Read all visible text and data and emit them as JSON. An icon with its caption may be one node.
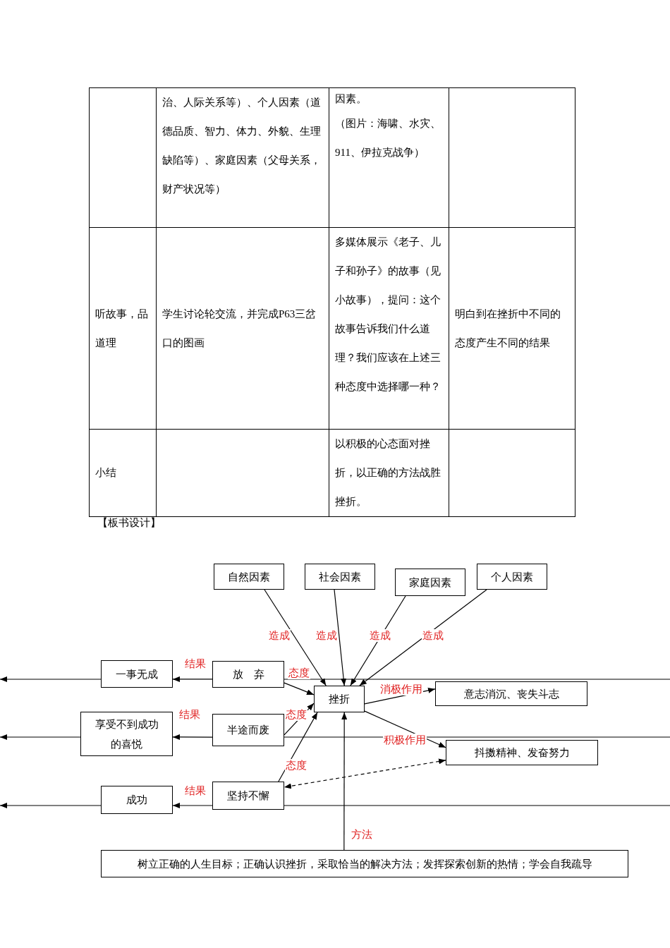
{
  "diagram": {
    "nodes": [
      {
        "text": [
          "自然因素"
        ]
      },
      {
        "text": [
          "社会因素"
        ]
      },
      {
        "text": [
          "家庭因素"
        ]
      },
      {
        "text": [
          "个人因素"
        ]
      },
      {
        "text": [
          "挫折"
        ]
      },
      {
        "text": [
          "放　弃"
        ]
      },
      {
        "text": [
          "半途而废"
        ]
      },
      {
        "text": [
          "坚持不懈"
        ]
      },
      {
        "text": [
          "一事无成"
        ]
      },
      {
        "text": [
          "享受不到成功的喜悦"
        ]
      },
      {
        "text": [
          "成功"
        ]
      },
      {
        "text": [
          "意志消沉、丧失斗志"
        ]
      },
      {
        "text": [
          "抖擞精神、发奋努力"
        ]
      },
      {
        "text": [
          "树立正确的人生目标；正确认识挫折，采取恰当的解决方法；发挥探索创新的热情；学会自我疏导"
        ]
      }
    ],
    "edges": [
      {
        "from": 0,
        "to": 4,
        "arrow": "to",
        "label": "造成"
      },
      {
        "from": 1,
        "to": 4,
        "arrow": "to",
        "label": "造成"
      },
      {
        "from": 2,
        "to": 4,
        "arrow": "to",
        "label": "造成"
      },
      {
        "from": 3,
        "to": 4,
        "arrow": "to",
        "label": "造成"
      },
      {
        "from": 5,
        "to": 4,
        "arrow": "to",
        "label": "态度"
      },
      {
        "from": 6,
        "to": 4,
        "arrow": "to",
        "label": "态度"
      },
      {
        "from": 7,
        "to": 4,
        "arrow": "to",
        "label": "态度"
      },
      {
        "from": 4,
        "to": 11,
        "arrow": "to",
        "label": "消极作用"
      },
      {
        "from": 4,
        "to": 12,
        "arrow": "to",
        "label": "积极作用"
      },
      {
        "from": 12,
        "to": 7,
        "arrow": "both",
        "style": "dashed"
      },
      {
        "from": 13,
        "to": 4,
        "arrow": "to",
        "label": "方法"
      },
      {
        "from": 5,
        "to": 8,
        "arrow": "to",
        "label": "结果"
      },
      {
        "from": 6,
        "to": 9,
        "arrow": "to",
        "label": "结果"
      },
      {
        "from": 7,
        "to": 10,
        "arrow": "to",
        "label": "结果"
      }
    ],
    "labels": [
      "治、人际关系等）、个人因素（道德品质、智力、体力、外貌、生理缺陷等）、家庭因素（父母关系，财产状况等）",
      "因素。",
      "（图片：海啸、水灾、911、伊拉克战争）",
      "听故事，品道理",
      "学生讨论轮交流，并完成P63三岔口的图画",
      "多媒体展示《老子、儿子和孙子》的故事（见小故事），提问：这个故事告诉我们什么道理？我们应该在上述三种态度中选择哪一种？",
      "明白到在挫折中不同的态度产生不同的结果",
      "小结",
      "以积极的心态面对挫折，以正确的方法战胜挫折。",
      "【板书设计】"
    ]
  }
}
